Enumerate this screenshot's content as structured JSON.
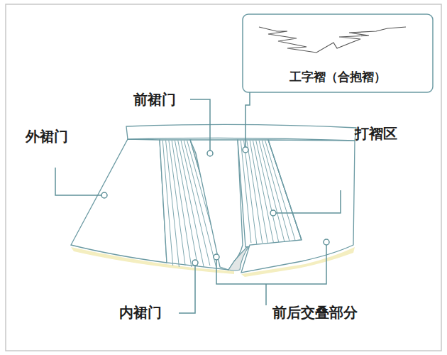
{
  "diagram": {
    "nodes": [
      {
        "text": [
          "工字褶（合抱褶）"
        ]
      }
    ],
    "labels": [
      "前裙门",
      "外裙门",
      "打褶区",
      "内裙门",
      "前后交叠部分"
    ]
  }
}
